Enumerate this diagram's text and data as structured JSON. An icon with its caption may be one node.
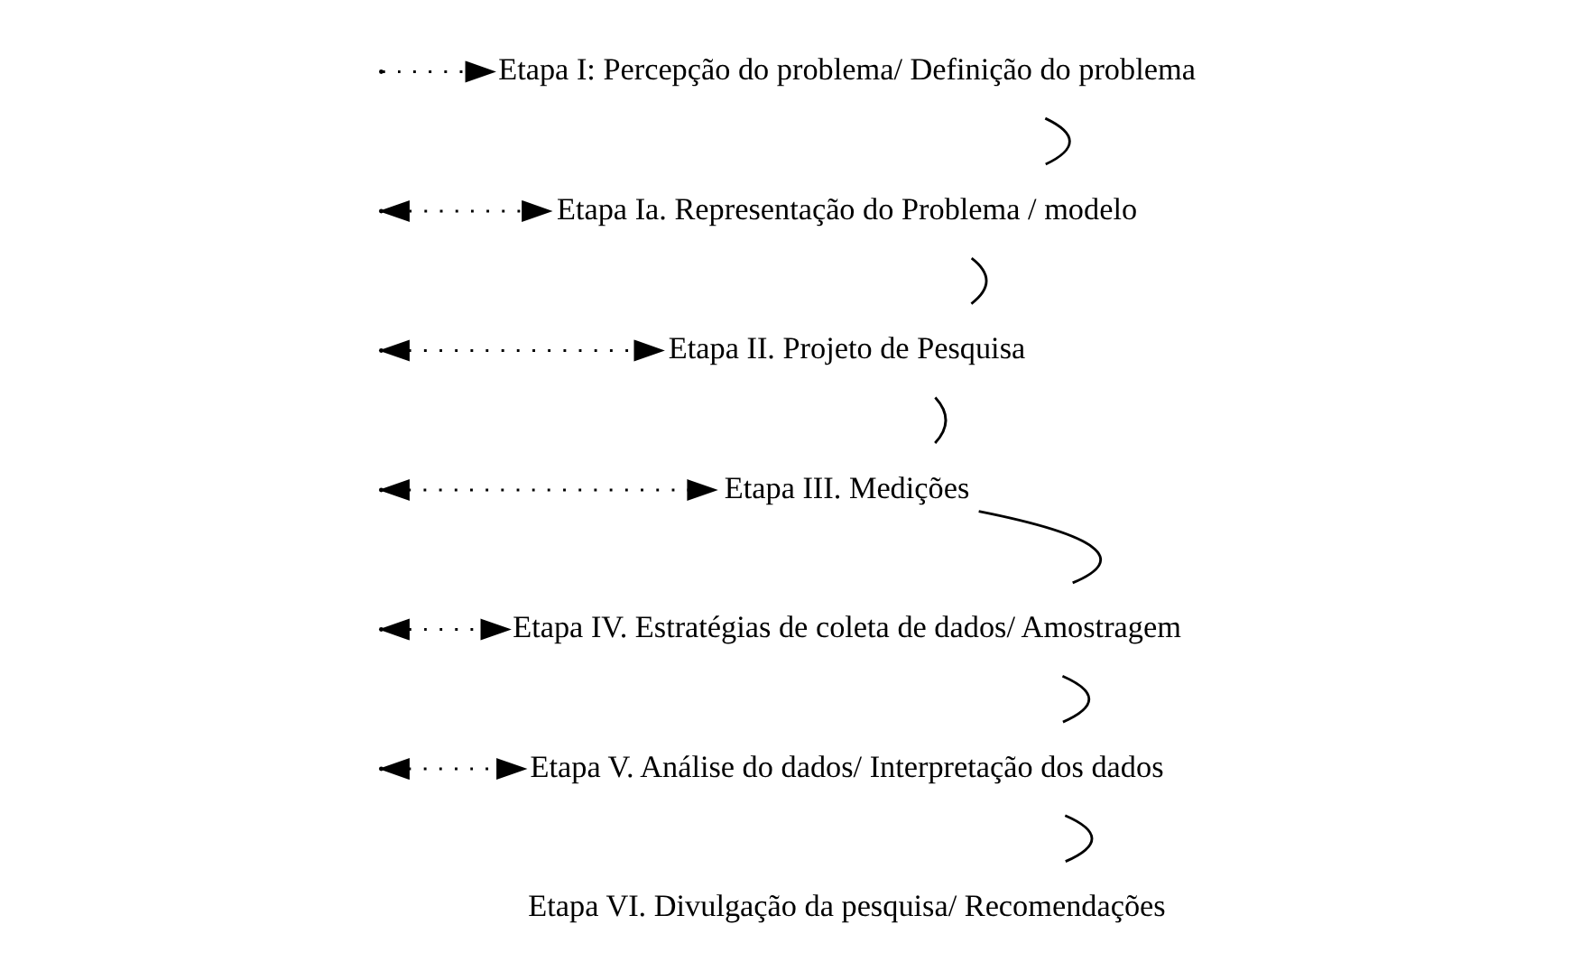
{
  "diagram": {
    "nodes": [
      {
        "text": [
          "Etapa I: Percepção do problema/ Definição do problema"
        ]
      },
      {
        "text": [
          "Etapa Ia. Representação do Problema / modelo"
        ]
      },
      {
        "text": [
          "Etapa II. Projeto de Pesquisa"
        ]
      },
      {
        "text": [
          "Etapa III. Medições"
        ]
      },
      {
        "text": [
          "Etapa IV. Estratégias de coleta de dados/ Amostragem"
        ]
      },
      {
        "text": [
          "Etapa V. Análise do dados/ Interpretação dos dados"
        ]
      },
      {
        "text": [
          "Etapa VI. Divulgação da pesquisa/ Recomendações"
        ]
      }
    ],
    "edges": [
      {
        "from": null,
        "to": 0,
        "arrow": "to",
        "style": "dashed"
      },
      {
        "from": null,
        "to": 1,
        "arrow": "both",
        "style": "dashed"
      },
      {
        "from": null,
        "to": 2,
        "arrow": "both",
        "style": "dashed"
      },
      {
        "from": null,
        "to": 3,
        "arrow": "both",
        "style": "dashed"
      },
      {
        "from": null,
        "to": 4,
        "arrow": "both",
        "style": "dashed"
      },
      {
        "from": null,
        "to": 5,
        "arrow": "both",
        "style": "dashed"
      },
      {
        "from": 0,
        "to": 1,
        "arrow": "none"
      },
      {
        "from": 1,
        "to": 2,
        "arrow": "none"
      },
      {
        "from": 2,
        "to": 3,
        "arrow": "none"
      },
      {
        "from": 3,
        "to": 4,
        "arrow": "none"
      },
      {
        "from": 4,
        "to": 5,
        "arrow": "none"
      },
      {
        "from": 5,
        "to": 6,
        "arrow": "none"
      }
    ]
  }
}
